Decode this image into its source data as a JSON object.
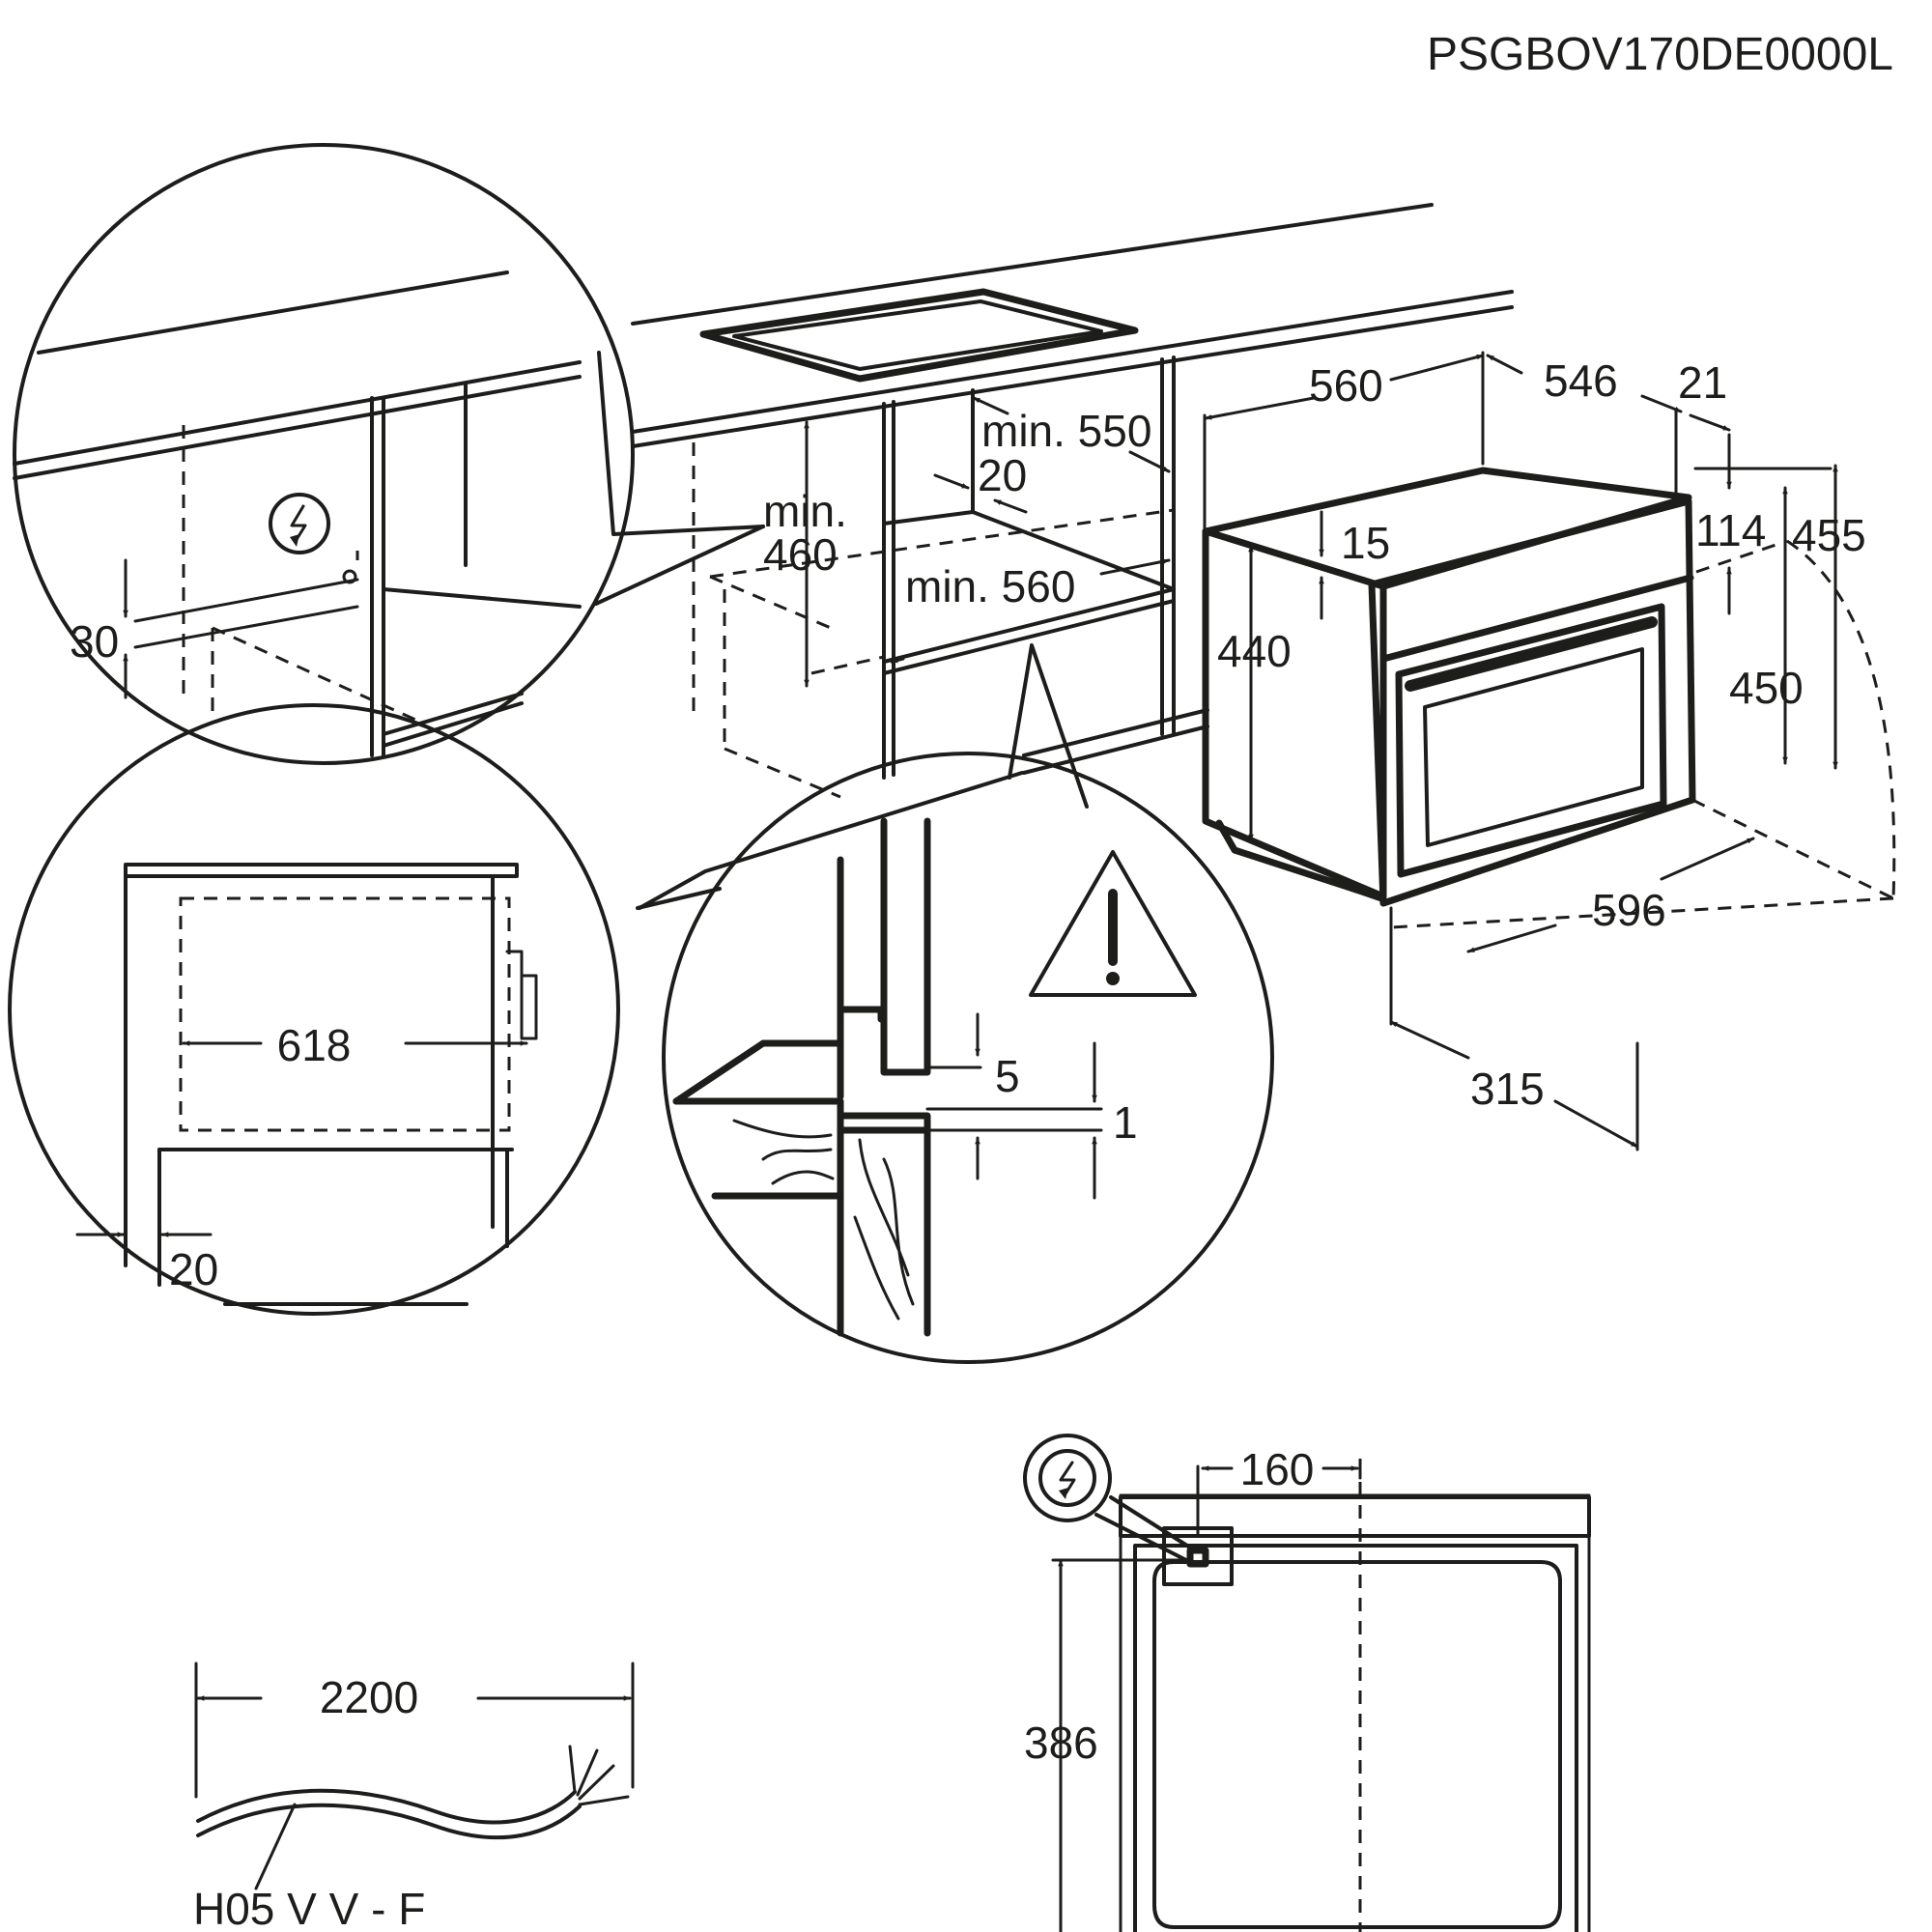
{
  "model_code": "PSGBOV170DE0000L",
  "icons": [
    "electrical-connection-icon",
    "warning-triangle-icon"
  ],
  "niche": {
    "min_460": "min.",
    "min_460_value": "460",
    "min_550": "min. 550",
    "gap_20": "20",
    "min_560": "min. 560"
  },
  "appliance": {
    "width_560": "560",
    "depth_546": "546",
    "front_21": "21",
    "top_15": "15",
    "height_440": "440",
    "front_114": "114",
    "front_455": "455",
    "front_450": "450",
    "front_596": "596",
    "door_315": "315"
  },
  "detail_outlet": {
    "height_30": "30"
  },
  "detail_side": {
    "width_618": "618",
    "gap_20": "20"
  },
  "detail_gap": {
    "gap_5": "5",
    "gap_1": "1"
  },
  "back_view": {
    "offset_160": "160",
    "height_386": "386"
  },
  "cable": {
    "length_2200": "2200",
    "type": "H05 V V - F"
  }
}
